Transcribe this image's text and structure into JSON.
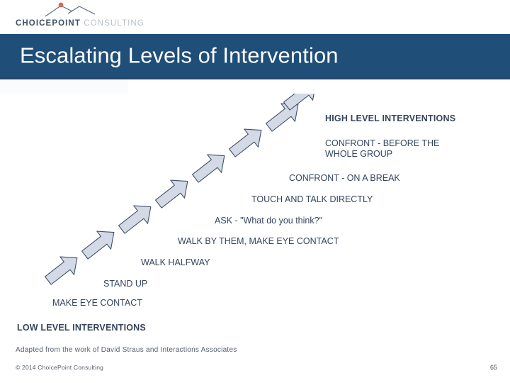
{
  "logo": {
    "name_primary": "CHOICEPOINT",
    "name_secondary": "CONSULTING",
    "mark_icon": "mountain-peak-icon",
    "accent_color": "#e2625c",
    "line_color": "#5a6a7d"
  },
  "header": {
    "title": "Escalating Levels of Intervention",
    "banner_color": "#1f4e79",
    "title_color": "#ffffff"
  },
  "diagram": {
    "type": "escalation-staircase",
    "arrow_fill": "#d3d9e5",
    "arrow_stroke": "#3f5069",
    "label_color": "#34455c",
    "top_cap_label": "HIGH LEVEL INTERVENTIONS",
    "bottom_cap_label": "LOW LEVEL INTERVENTIONS",
    "steps": [
      {
        "label": "CONFRONT - BEFORE THE WHOLE GROUP",
        "level": 8,
        "emphasis": "normal"
      },
      {
        "label": "CONFRONT - ON A BREAK",
        "level": 7,
        "emphasis": "normal"
      },
      {
        "label": "TOUCH AND TALK DIRECTLY",
        "level": 6,
        "emphasis": "normal"
      },
      {
        "label": "ASK - \"What do you think?\"",
        "level": 5,
        "emphasis": "normal"
      },
      {
        "label": "WALK BY THEM, MAKE EYE CONTACT",
        "level": 4,
        "emphasis": "normal"
      },
      {
        "label": "WALK HALFWAY",
        "level": 3,
        "emphasis": "normal"
      },
      {
        "label": "STAND UP",
        "level": 2,
        "emphasis": "normal"
      },
      {
        "label": "MAKE EYE CONTACT",
        "level": 1,
        "emphasis": "normal"
      }
    ],
    "arrow_count": 8
  },
  "footer": {
    "source_note": "Adapted from the work of David  Straus and Interactions Associates",
    "copyright": "© 2014 ChoicePoint Consulting",
    "page_number": "65"
  }
}
